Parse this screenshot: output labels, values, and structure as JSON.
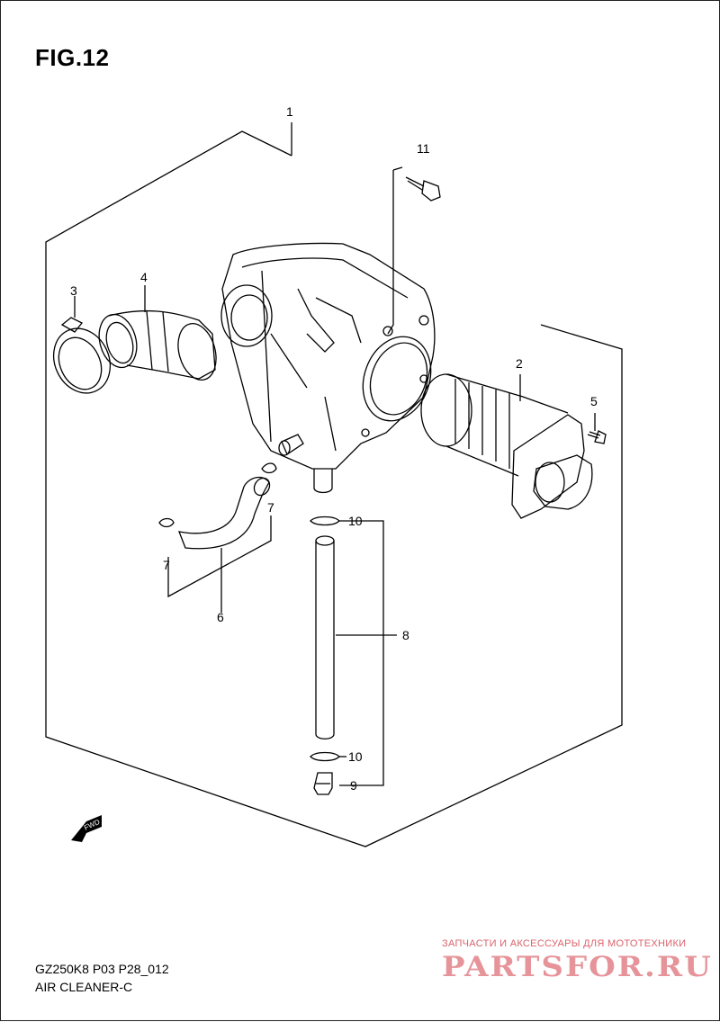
{
  "figure": {
    "title": "FIG.12"
  },
  "footer": {
    "model_code": "GZ250K8 P03 P28_012",
    "section_name": "AIR CLEANER-C"
  },
  "watermark": {
    "tagline": "ЗАПЧАСТИ И АКСЕССУАРЫ ДЛЯ МОТОТЕХНИКИ",
    "logo": "PARTSFOR.RU",
    "color": "#e6949a"
  },
  "fwd_arrow": {
    "label": "FWD"
  },
  "callouts": [
    {
      "id": "1",
      "label": "1"
    },
    {
      "id": "2",
      "label": "2"
    },
    {
      "id": "3",
      "label": "3"
    },
    {
      "id": "4",
      "label": "4"
    },
    {
      "id": "5",
      "label": "5"
    },
    {
      "id": "6",
      "label": "6"
    },
    {
      "id": "7a",
      "label": "7"
    },
    {
      "id": "7b",
      "label": "7"
    },
    {
      "id": "8",
      "label": "8"
    },
    {
      "id": "9",
      "label": "9"
    },
    {
      "id": "10a",
      "label": "10"
    },
    {
      "id": "10b",
      "label": "10"
    },
    {
      "id": "11",
      "label": "11"
    }
  ]
}
